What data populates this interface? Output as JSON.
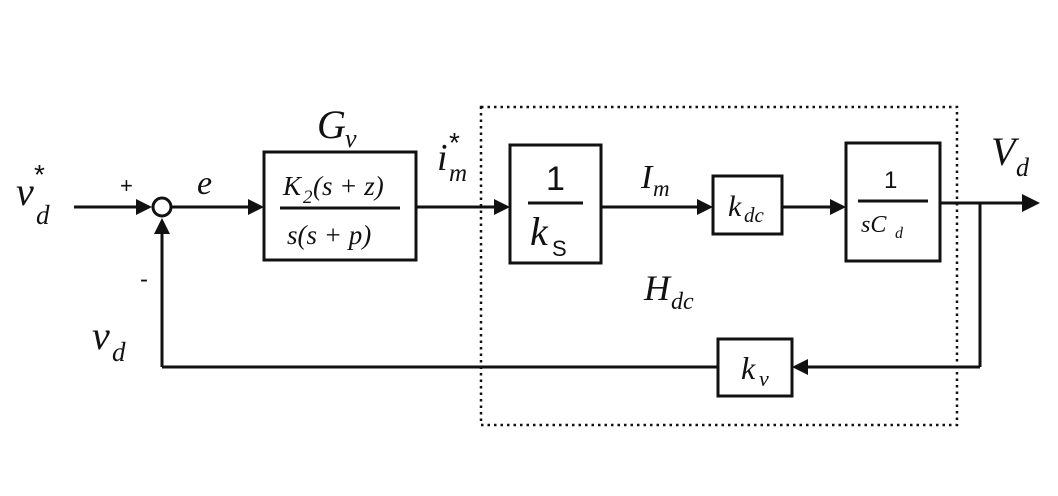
{
  "diagram": {
    "input": {
      "base": "v",
      "sub": "d",
      "sup": "*"
    },
    "plus_sign": "+",
    "minus_sign": "-",
    "error": "e",
    "controller": {
      "title_base": "G",
      "title_sub": "v",
      "num_base": "K",
      "num_sub": "2",
      "num_rest": "(s + z)",
      "den": "s(s + p)"
    },
    "current_ref": {
      "base": "i",
      "sub": "m",
      "sup": "*"
    },
    "ks_block": {
      "num": "1",
      "den_base": "k",
      "den_sub": "S"
    },
    "current": {
      "base": "I",
      "sub": "m"
    },
    "kdc_block": {
      "base": "k",
      "sub": "dc"
    },
    "cap_block": {
      "num": "1",
      "den_base": "sC",
      "den_sub": "d"
    },
    "output": {
      "base": "V",
      "sub": "d"
    },
    "plant_label": {
      "base": "H",
      "sub": "dc"
    },
    "feedback_block": {
      "base": "k",
      "sub": "v"
    },
    "feedback_signal": {
      "base": "v",
      "sub": "d"
    }
  }
}
